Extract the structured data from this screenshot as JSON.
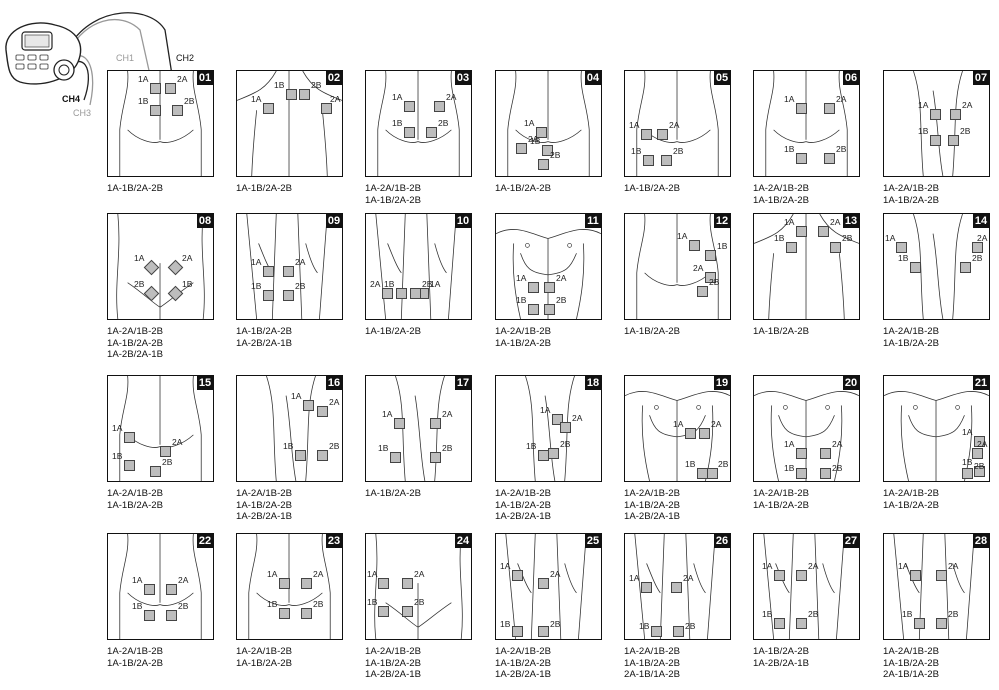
{
  "channels": {
    "ch1": "CH1",
    "ch2": "CH2",
    "ch3": "CH3",
    "ch4": "CH4"
  },
  "cells": [
    {
      "num": "01",
      "labels": [
        "1A",
        "2A",
        "1B",
        "2B"
      ],
      "caption": [
        "1A-1B/2A-2B"
      ]
    },
    {
      "num": "02",
      "labels": [
        "1B",
        "2B",
        "1A",
        "2A"
      ],
      "caption": [
        "1A-1B/2A-2B"
      ]
    },
    {
      "num": "03",
      "labels": [
        "1A",
        "2A",
        "1B",
        "2B"
      ],
      "caption": [
        "1A-2A/1B-2B",
        "1A-1B/2A-2B"
      ]
    },
    {
      "num": "04",
      "labels": [
        "1A",
        "2A",
        "1B",
        "2B"
      ],
      "caption": [
        "1A-1B/2A-2B"
      ]
    },
    {
      "num": "05",
      "labels": [
        "1A",
        "2A",
        "1B",
        "2B"
      ],
      "caption": [
        "1A-1B/2A-2B"
      ]
    },
    {
      "num": "06",
      "labels": [
        "1A",
        "2A",
        "1B",
        "2B"
      ],
      "caption": [
        "1A-2A/1B-2B",
        "1A-1B/2A-2B"
      ]
    },
    {
      "num": "07",
      "labels": [
        "1A",
        "2A",
        "1B",
        "2B"
      ],
      "caption": [
        "1A-2A/1B-2B",
        "1A-1B/2A-2B"
      ]
    },
    {
      "num": "08",
      "labels": [
        "1A",
        "2A",
        "2B",
        "1B"
      ],
      "caption": [
        "1A-2A/1B-2B",
        "1A-1B/2A-2B",
        "1A-2B/2A-1B"
      ]
    },
    {
      "num": "09",
      "labels": [
        "1A",
        "2A",
        "1B",
        "2B"
      ],
      "caption": [
        "1A-1B/2A-2B",
        "1A-2B/2A-1B"
      ]
    },
    {
      "num": "10",
      "labels": [
        "2A",
        "1A",
        "1B",
        "2B"
      ],
      "caption": [
        "1A-1B/2A-2B"
      ]
    },
    {
      "num": "11",
      "labels": [
        "1A",
        "2A",
        "1B",
        "2B"
      ],
      "caption": [
        "1A-2A/1B-2B",
        "1A-1B/2A-2B"
      ]
    },
    {
      "num": "12",
      "labels": [
        "1A",
        "1B",
        "2A",
        "2B"
      ],
      "caption": [
        "1A-1B/2A-2B"
      ]
    },
    {
      "num": "13",
      "labels": [
        "1A",
        "2A",
        "1B",
        "2B"
      ],
      "caption": [
        "1A-1B/2A-2B"
      ]
    },
    {
      "num": "14",
      "labels": [
        "1A",
        "2A",
        "1B",
        "2B"
      ],
      "caption": [
        "1A-2A/1B-2B",
        "1A-1B/2A-2B"
      ]
    },
    {
      "num": "15",
      "labels": [
        "1A",
        "2A",
        "1B",
        "2B"
      ],
      "caption": [
        "1A-2A/1B-2B",
        "1A-1B/2A-2B"
      ]
    },
    {
      "num": "16",
      "labels": [
        "1A",
        "2A",
        "1B",
        "2B"
      ],
      "caption": [
        "1A-2A/1B-2B",
        "1A-1B/2A-2B",
        "1A-2B/2A-1B"
      ]
    },
    {
      "num": "17",
      "labels": [
        "1A",
        "2A",
        "1B",
        "2B"
      ],
      "caption": [
        "1A-1B/2A-2B"
      ]
    },
    {
      "num": "18",
      "labels": [
        "1A",
        "2A",
        "1B",
        "2B"
      ],
      "caption": [
        "1A-2A/1B-2B",
        "1A-1B/2A-2B",
        "1A-2B/2A-1B"
      ]
    },
    {
      "num": "19",
      "labels": [
        "1A",
        "2A",
        "1B",
        "2B"
      ],
      "caption": [
        "1A-2A/1B-2B",
        "1A-1B/2A-2B",
        "1A-2B/2A-1B"
      ]
    },
    {
      "num": "20",
      "labels": [
        "1A",
        "2A",
        "1B",
        "2B"
      ],
      "caption": [
        "1A-2A/1B-2B",
        "1A-1B/2A-2B"
      ]
    },
    {
      "num": "21",
      "labels": [
        "1A",
        "2A",
        "1B",
        "2B"
      ],
      "caption": [
        "1A-2A/1B-2B",
        "1A-1B/2A-2B"
      ]
    },
    {
      "num": "22",
      "labels": [
        "1A",
        "2A",
        "1B",
        "2B"
      ],
      "caption": [
        "1A-2A/1B-2B",
        "1A-1B/2A-2B"
      ]
    },
    {
      "num": "23",
      "labels": [
        "1A",
        "2A",
        "1B",
        "2B"
      ],
      "caption": [
        "1A-2A/1B-2B",
        "1A-1B/2A-2B"
      ]
    },
    {
      "num": "24",
      "labels": [
        "1A",
        "2A",
        "1B",
        "2B"
      ],
      "caption": [
        "1A-2A/1B-2B",
        "1A-1B/2A-2B",
        "1A-2B/2A-1B"
      ]
    },
    {
      "num": "25",
      "labels": [
        "1A",
        "2A",
        "1B",
        "2B"
      ],
      "caption": [
        "1A-2A/1B-2B",
        "1A-1B/2A-2B",
        "1A-2B/2A-1B"
      ]
    },
    {
      "num": "26",
      "labels": [
        "1A",
        "2A",
        "1B",
        "2B"
      ],
      "caption": [
        "1A-2A/1B-2B",
        "1A-1B/2A-2B",
        "2A-1B/1A-2B"
      ]
    },
    {
      "num": "27",
      "labels": [
        "1A",
        "2A",
        "1B",
        "2B"
      ],
      "caption": [
        "1A-1B/2A-2B",
        "1A-2B/2A-1B"
      ]
    },
    {
      "num": "28",
      "labels": [
        "1A",
        "2A",
        "1B",
        "2B"
      ],
      "caption": [
        "1A-2A/1B-2B",
        "1A-1B/2A-2B",
        "2A-1B/1A-2B"
      ]
    }
  ]
}
